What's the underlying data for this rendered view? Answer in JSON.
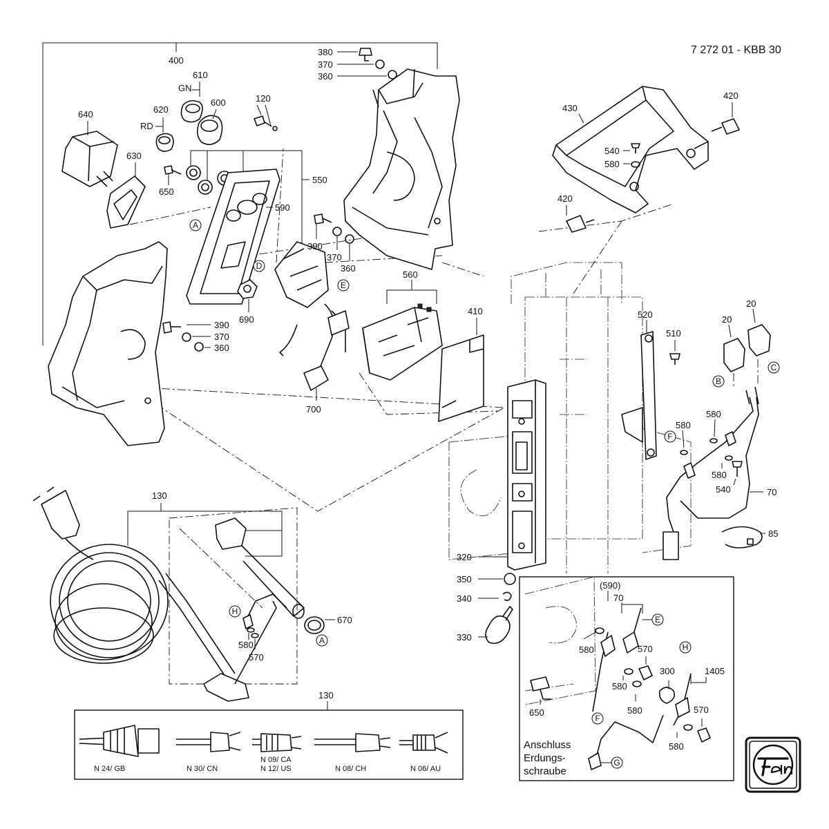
{
  "header": {
    "drawing_number": "7 272 01 - KBB 30"
  },
  "callouts": [
    "400",
    "380",
    "370",
    "360",
    "610",
    "GN",
    "600",
    "120",
    "640",
    "620",
    "RD",
    "630",
    "650",
    "550",
    "590",
    "390",
    "370",
    "360",
    "690",
    "390",
    "370",
    "360",
    "560",
    "410",
    "700",
    "430",
    "420",
    "540",
    "580",
    "420",
    "520",
    "510",
    "20",
    "20",
    "580",
    "580",
    "580",
    "540",
    "70",
    "85",
    "130",
    "670",
    "580",
    "570",
    "320",
    "350",
    "340",
    "330",
    "(590)",
    "70",
    "580",
    "570",
    "580",
    "300",
    "1405",
    "650",
    "580",
    "570",
    "580",
    "130"
  ],
  "circled_letters": [
    "A",
    "D",
    "E",
    "B",
    "C",
    "F",
    "H",
    "A",
    "E",
    "H",
    "F",
    "G"
  ],
  "plug_variants": [
    "N 24/ GB",
    "N 30/ CN",
    "N 09/ CA",
    "N 12/ US",
    "N 08/ CH",
    "N 06/ AU"
  ],
  "inset_note": [
    "Anschluss",
    "Erdungs-",
    "schraube"
  ],
  "logo": "Fein"
}
